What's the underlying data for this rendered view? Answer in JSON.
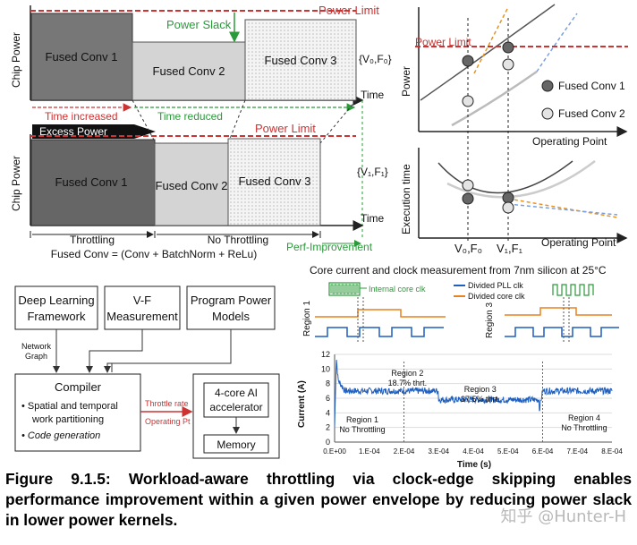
{
  "power_panel": {
    "chip_power": "Chip Power",
    "time": "Time",
    "power_limit": "Power Limit",
    "power_slack": "Power Slack",
    "top_blocks": [
      "Fused Conv 1",
      "Fused Conv 2",
      "Fused Conv 3"
    ],
    "bottom_blocks": [
      "Fused Conv 1",
      "Fused Conv 2",
      "Fused Conv 3"
    ],
    "top_vf": "{V₀,F₀}",
    "bottom_vf": "{V₁,F₁}",
    "time_increased": "Time increased",
    "time_reduced": "Time reduced",
    "excess_power": "Excess Power",
    "throttling": "Throttling",
    "no_throttling": "No Throttling",
    "perf_improvement": "Perf-Improvement",
    "fused_conv_def": "Fused Conv = (Conv + BatchNorm + ReLu)"
  },
  "op_panel": {
    "power": "Power",
    "execution_time": "Execution time",
    "operating_point": "Operating Point",
    "power_limit": "Power Limit",
    "legend": [
      "Fused Conv 1",
      "Fused Conv 2"
    ],
    "v0f0": "V₀,F₀",
    "v1f1": "V₁,F₁"
  },
  "flow": {
    "boxes": [
      "Deep Learning Framework",
      "V-F Measurement",
      "Program Power Models"
    ],
    "network_graph": "Network Graph",
    "compiler": "Compiler",
    "compiler_items": [
      "Spatial and temporal work partitioning",
      "Code generation"
    ],
    "throttle_rate": "Throttle rate",
    "operating_pt": "Operating Pt",
    "accelerator": "4-core AI accelerator",
    "memory": "Memory"
  },
  "measurement": {
    "title": "Core current and clock measurement from 7nm silicon at 25°C",
    "internal_clk": "Internal core clk",
    "legend": [
      "Divided PLL clk",
      "Divided core clk"
    ],
    "region1": "Region 1",
    "region3": "Region 3",
    "colors": {
      "pll": "#1f5fbf",
      "core": "#e8821e"
    }
  },
  "chart_data": {
    "type": "line",
    "xlabel": "Time (s)",
    "ylabel": "Current (A)",
    "x_ticks": [
      "0.E+00",
      "1.E-04",
      "2.E-04",
      "3.E-04",
      "4.E-04",
      "5.E-04",
      "6.E-04",
      "7.E-04",
      "8.E-04"
    ],
    "y_ticks": [
      "0",
      "2",
      "4",
      "6",
      "8",
      "10",
      "12"
    ],
    "xlim": [
      0,
      0.0008
    ],
    "ylim": [
      0,
      12
    ],
    "series": [
      {
        "x": [
          0,
          5e-06,
          1e-05,
          3e-05,
          0.0002,
          0.0003,
          0.00059,
          0.0006,
          0.0008
        ],
        "y": [
          2,
          11.5,
          8.5,
          7,
          7,
          5.8,
          4.3,
          7,
          7
        ]
      }
    ],
    "annotations": [
      {
        "text": "Region 1",
        "sub": "No Throttling"
      },
      {
        "text": "Region 2",
        "sub": "18.7% thrt."
      },
      {
        "text": "Region 3",
        "sub": "37.5% thrt."
      },
      {
        "text": "Region 4",
        "sub": "No Throttling"
      }
    ]
  },
  "caption": "Figure 9.1.5: Workload-aware throttling via clock-edge skipping enables performance improvement within a given power envelope by reducing power slack in lower power kernels.",
  "watermark": "知乎 @Hunter-H"
}
